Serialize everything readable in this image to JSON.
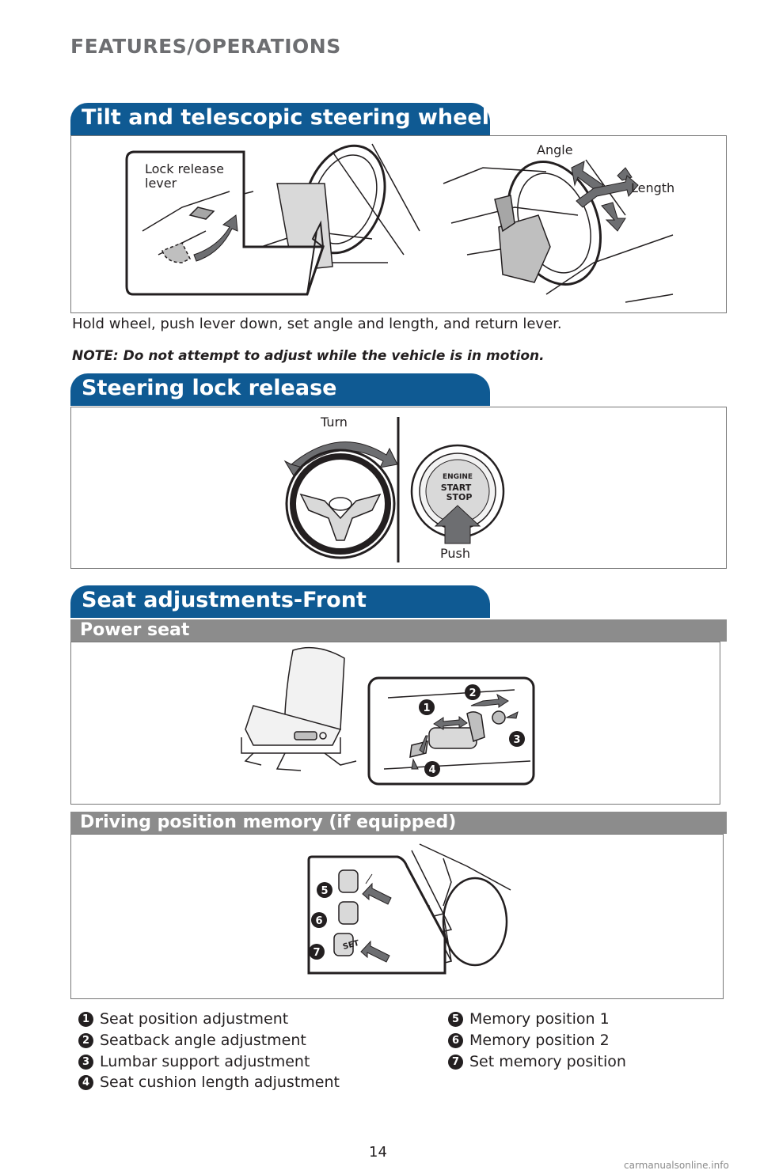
{
  "header": {
    "section_title": "FEATURES/OPERATIONS"
  },
  "tilt": {
    "title": "Tilt and telescopic steering wheel",
    "label_lock_line1": "Lock release",
    "label_lock_line2": "lever",
    "label_angle": "Angle",
    "label_length": "Length",
    "instruction": "Hold wheel, push lever down, set angle and length, and return lever.",
    "note": "NOTE: Do not attempt to adjust while the vehicle is in motion."
  },
  "steering_lock": {
    "title": "Steering lock release",
    "label_turn": "Turn",
    "label_push": "Push",
    "button_line1": "ENGINE",
    "button_line2": "START",
    "button_line3": "STOP"
  },
  "seat": {
    "title": "Seat adjustments-Front",
    "power_seat": "Power seat",
    "memory": "Driving position memory (if equipped)",
    "memory_btn_set": "SET",
    "legend_left": [
      {
        "num": "1",
        "text": "Seat position adjustment"
      },
      {
        "num": "2",
        "text": "Seatback angle adjustment"
      },
      {
        "num": "3",
        "text": "Lumbar support adjustment"
      },
      {
        "num": "4",
        "text": "Seat cushion length adjustment"
      }
    ],
    "legend_right": [
      {
        "num": "5",
        "text": "Memory position 1"
      },
      {
        "num": "6",
        "text": "Memory position 2"
      },
      {
        "num": "7",
        "text": "Set memory position"
      }
    ]
  },
  "footer": {
    "page_number": "14",
    "watermark": "carmanualsonline.info"
  },
  "colors": {
    "tab_blue": "#0f5a93",
    "bar_grey": "#8c8c8c",
    "heading_grey": "#6d6e71"
  }
}
